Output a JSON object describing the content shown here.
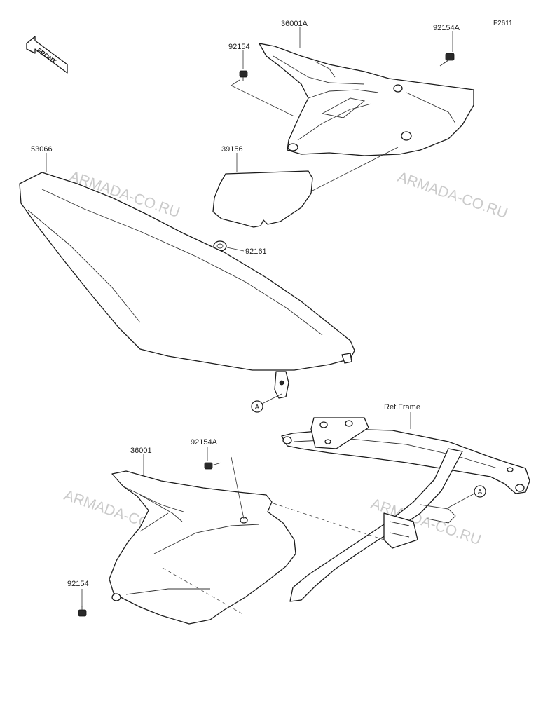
{
  "figure_code": "F2611",
  "front_label": "FRONT",
  "watermark": "ARMADA-CO.RU",
  "parts": {
    "p36001A": "36001A",
    "p92154A_top": "92154A",
    "p92154_top": "92154",
    "p53066": "53066",
    "p39156": "39156",
    "p92161": "92161",
    "ref_frame": "Ref.Frame",
    "p36001": "36001",
    "p92154A_bottom": "92154A",
    "p92154_bottom": "92154"
  },
  "callouts": {
    "seat": "A",
    "frame": "A"
  }
}
